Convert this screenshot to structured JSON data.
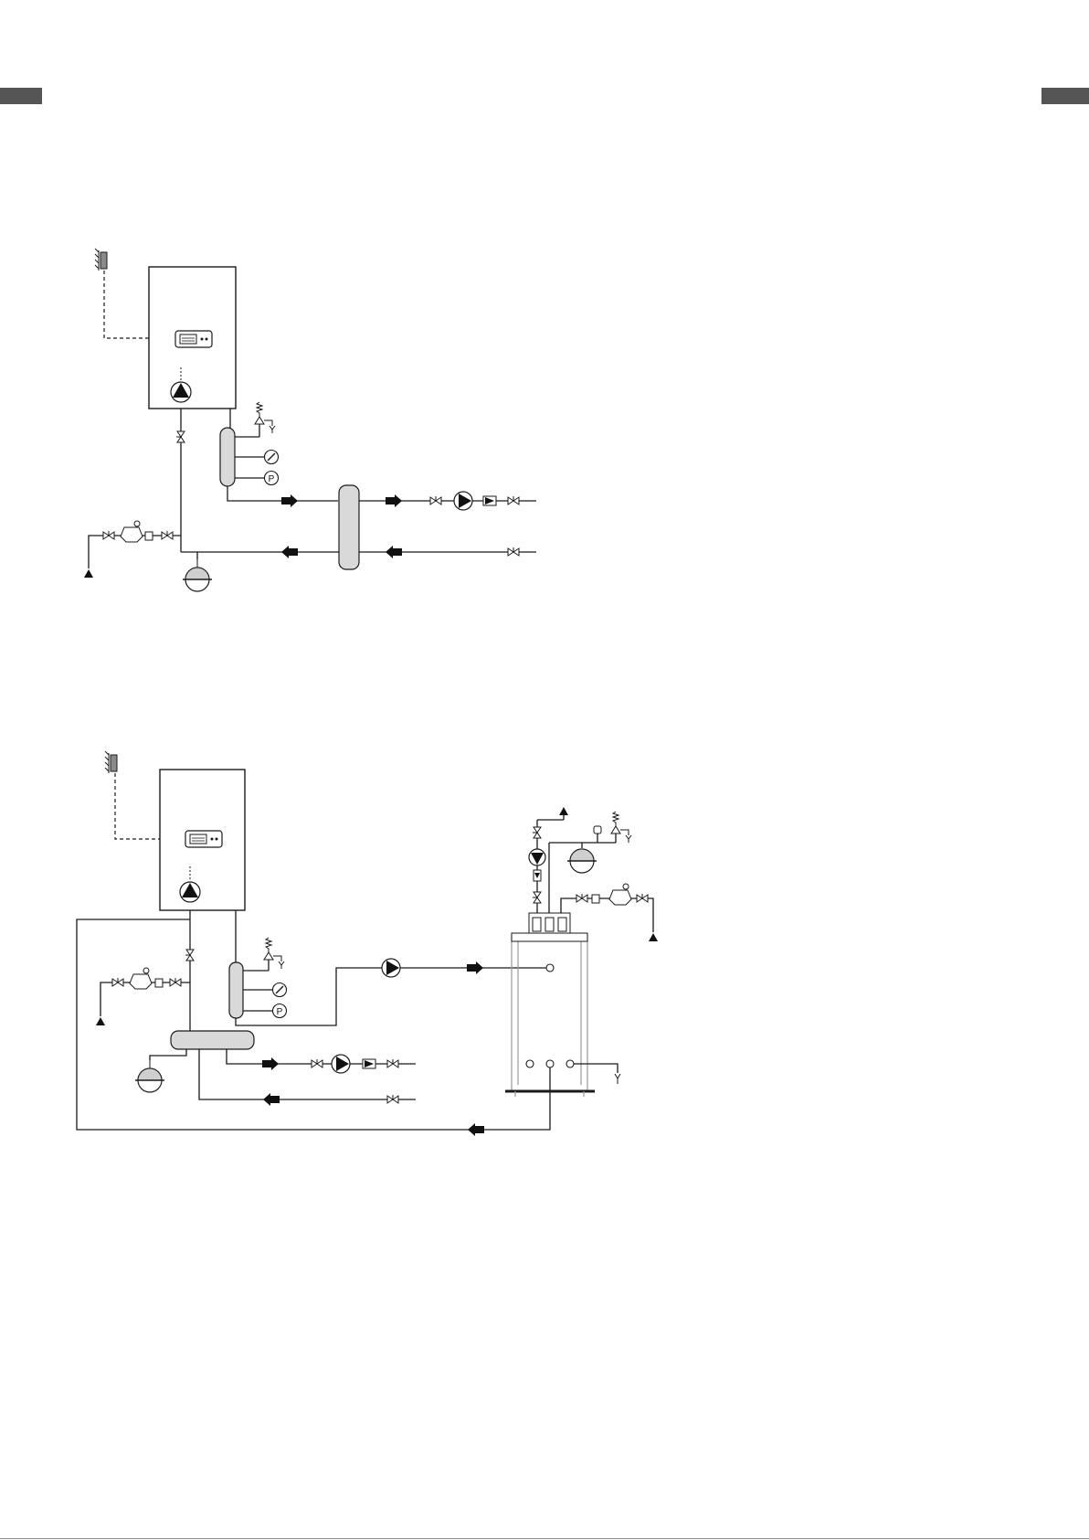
{
  "page": {
    "tab_color": "#555555",
    "line_color": "#1a1a1a",
    "component_fill": "#d9d9d9"
  },
  "symbols": {
    "pressure_gauge_label": "P"
  },
  "diagrams": [
    {
      "name": "boiler-with-hydraulic-separator",
      "components": [
        "room-thermostat-icon",
        "boiler",
        "control-panel-icon",
        "boiler-pump-icon",
        "manifold",
        "safety-valve-icon",
        "thermometer-icon",
        "pressure-gauge-icon",
        "hydraulic-separator",
        "heating-circuit-pump-icon",
        "check-valve-icon",
        "pressure-reducer-icon",
        "expansion-vessel-icon",
        "flow-arrow-icon"
      ]
    },
    {
      "name": "boiler-with-dhw-cylinder",
      "components": [
        "room-thermostat-icon",
        "boiler",
        "control-panel-icon",
        "boiler-pump-icon",
        "manifold",
        "safety-valve-icon",
        "thermometer-icon",
        "pressure-gauge-icon",
        "horizontal-separator",
        "cylinder-pump-icon",
        "dhw-cylinder",
        "recirculation-pump-icon",
        "expansion-vessel-icon",
        "pressure-reducer-icon",
        "flow-arrow-icon"
      ]
    }
  ]
}
